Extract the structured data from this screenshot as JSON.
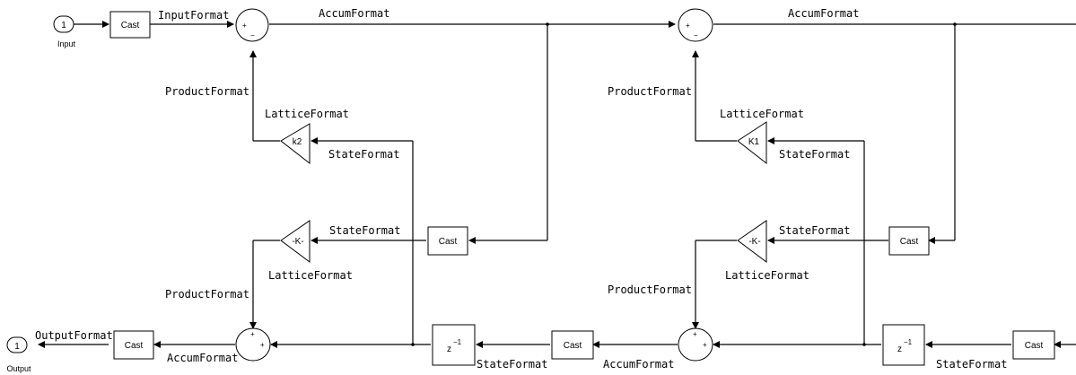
{
  "ports": {
    "input": {
      "number": "1",
      "name": "Input"
    },
    "output": {
      "number": "1",
      "name": "Output"
    }
  },
  "blocks": {
    "cast": "Cast",
    "gain_k2": "k2",
    "gain_k1": "K1",
    "gain_neg_k": "-K-",
    "delay_base": "z",
    "delay_exp": "−1",
    "plus": "+",
    "minus": "−"
  },
  "signals": {
    "input_format": "InputFormat",
    "accum_format": "AccumFormat",
    "product_format": "ProductFormat",
    "lattice_format": "LatticeFormat",
    "state_format": "StateFormat",
    "output_format": "OutputFormat"
  }
}
